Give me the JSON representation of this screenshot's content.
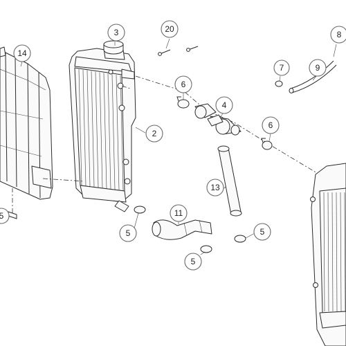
{
  "callouts": [
    {
      "id": "c3",
      "label": "3"
    },
    {
      "id": "c20",
      "label": "20"
    },
    {
      "id": "c8",
      "label": "8"
    },
    {
      "id": "c14",
      "label": "14"
    },
    {
      "id": "c7",
      "label": "7"
    },
    {
      "id": "c9",
      "label": "9"
    },
    {
      "id": "c6a",
      "label": "6"
    },
    {
      "id": "c4",
      "label": "4"
    },
    {
      "id": "c6b",
      "label": "6"
    },
    {
      "id": "c2",
      "label": "2"
    },
    {
      "id": "c13",
      "label": "13"
    },
    {
      "id": "c11",
      "label": "11"
    },
    {
      "id": "c5a",
      "label": "5"
    },
    {
      "id": "c5b",
      "label": "5"
    },
    {
      "id": "c5c",
      "label": "5"
    },
    {
      "id": "c5d",
      "label": "5"
    }
  ]
}
